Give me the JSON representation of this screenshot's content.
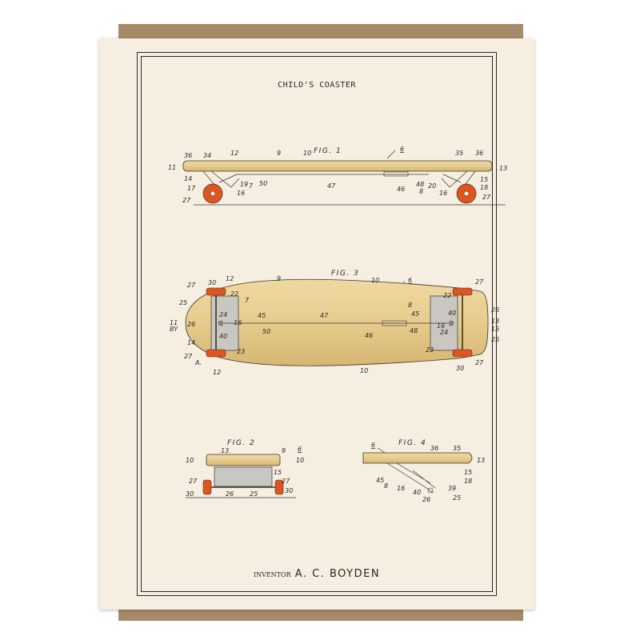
{
  "title": "CHILD'S COASTER",
  "inventor": {
    "label": "INVENTOR",
    "name": "A. C. BOYDEN"
  },
  "figures": [
    {
      "id": "fig1",
      "label": "FIG. 1",
      "ref": "6",
      "numbers": [
        "36",
        "34",
        "12",
        "9",
        "10",
        "35",
        "36",
        "11",
        "14",
        "17",
        "19",
        "7",
        "16",
        "50",
        "47",
        "46",
        "48",
        "8",
        "20",
        "16",
        "15",
        "18",
        "13",
        "27",
        "27"
      ]
    },
    {
      "id": "fig3",
      "label": "FIG. 3",
      "ref": "6",
      "numbers": [
        "27",
        "30",
        "12",
        "9",
        "10",
        "22",
        "7",
        "25",
        "11",
        "BY",
        "26",
        "24",
        "16",
        "45",
        "50",
        "47",
        "14",
        "40",
        "27",
        "23",
        "A.",
        "12",
        "10",
        "8",
        "45",
        "16",
        "48",
        "46",
        "40",
        "24",
        "23",
        "22",
        "27",
        "26",
        "13",
        "15",
        "25",
        "30",
        "27"
      ]
    },
    {
      "id": "fig2",
      "label": "FIG. 2",
      "ref": "6",
      "numbers": [
        "13",
        "9",
        "10",
        "10",
        "15",
        "27",
        "27",
        "30",
        "26",
        "25",
        "30"
      ]
    },
    {
      "id": "fig4",
      "label": "FIG. 4",
      "ref": "6",
      "numbers": [
        "36",
        "35",
        "13",
        "45",
        "8",
        "16",
        "15",
        "18",
        "39",
        "40",
        "26",
        "25"
      ]
    }
  ],
  "colors": {
    "wood": "#e6cc8d",
    "wheel": "#e2541e",
    "ink": "#2b2620",
    "paper": "#f6efe1",
    "envelope": "#a78a68"
  }
}
